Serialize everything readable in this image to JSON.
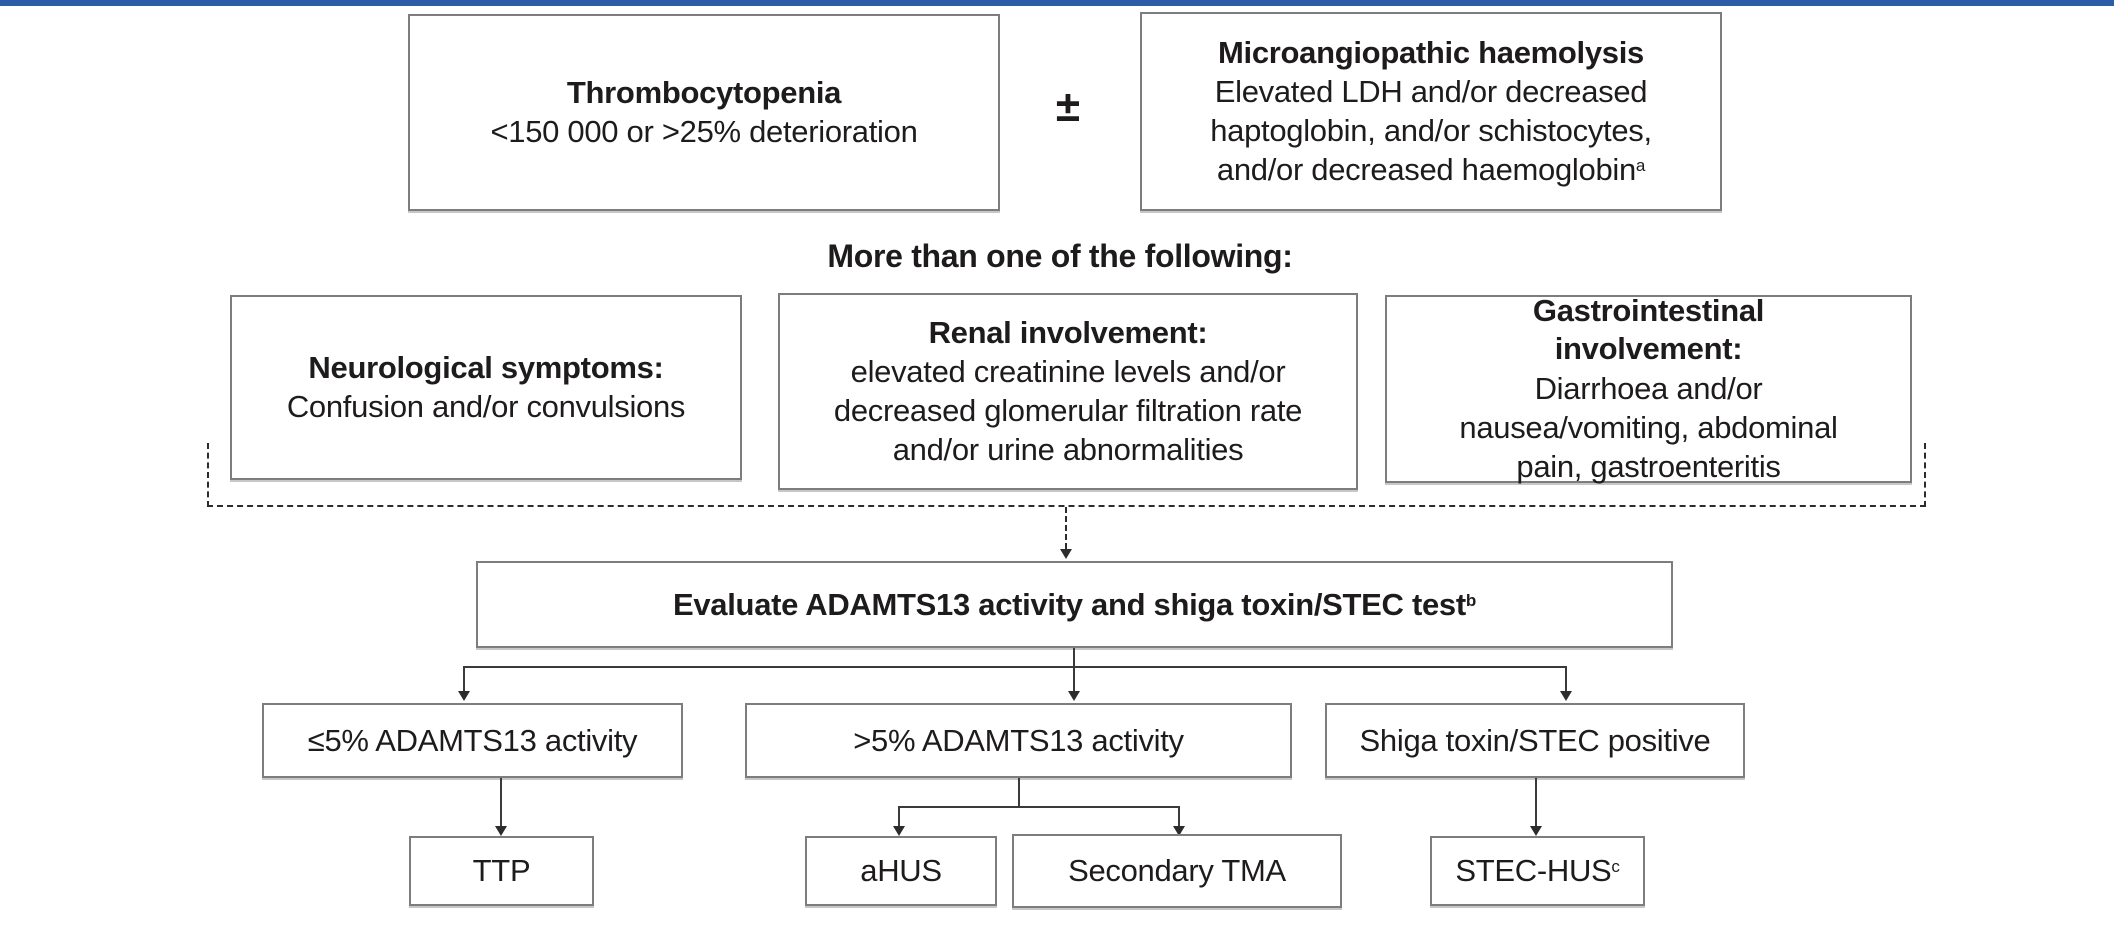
{
  "page": {
    "accent_rule_color": "#2d5da7",
    "box_border_color": "#7d7d7d",
    "line_color": "#3a3a3a"
  },
  "flowchart": {
    "criteria_row": {
      "thrombocytopenia": {
        "title": "Thrombocytopenia",
        "body": "<150 000 or >25% deterioration"
      },
      "plus_minus": "±",
      "haemolysis": {
        "title": "Microangiopathic haemolysis",
        "body": "Elevated LDH and/or decreased haptoglobin, and/or schistocytes, and/or decreased haemoglobin",
        "footnote": "a"
      }
    },
    "heading": "More than one of the following:",
    "symptom_row": {
      "neurological": {
        "title": "Neurological symptoms:",
        "body": "Confusion and/or convulsions"
      },
      "renal": {
        "title": "Renal involvement:",
        "body": "elevated creatinine levels and/or decreased glomerular filtration rate and/or urine abnormalities"
      },
      "gastrointestinal": {
        "title": "Gastrointestinal\ninvolvement:",
        "body": "Diarrhoea and/or nausea/vomiting, abdominal pain, gastroenteritis"
      }
    },
    "evaluate": {
      "label": "Evaluate ADAMTS13 activity and shiga toxin/STEC test",
      "footnote": "b"
    },
    "result_row": {
      "adamts13_low": "≤5% ADAMTS13 activity",
      "adamts13_high": ">5% ADAMTS13 activity",
      "shiga_positive": "Shiga toxin/STEC positive"
    },
    "diagnosis_row": {
      "ttp": "TTP",
      "ahus": "aHUS",
      "secondary_tma": "Secondary TMA",
      "stec_hus": "STEC-HUS",
      "stec_hus_footnote": "c"
    }
  }
}
